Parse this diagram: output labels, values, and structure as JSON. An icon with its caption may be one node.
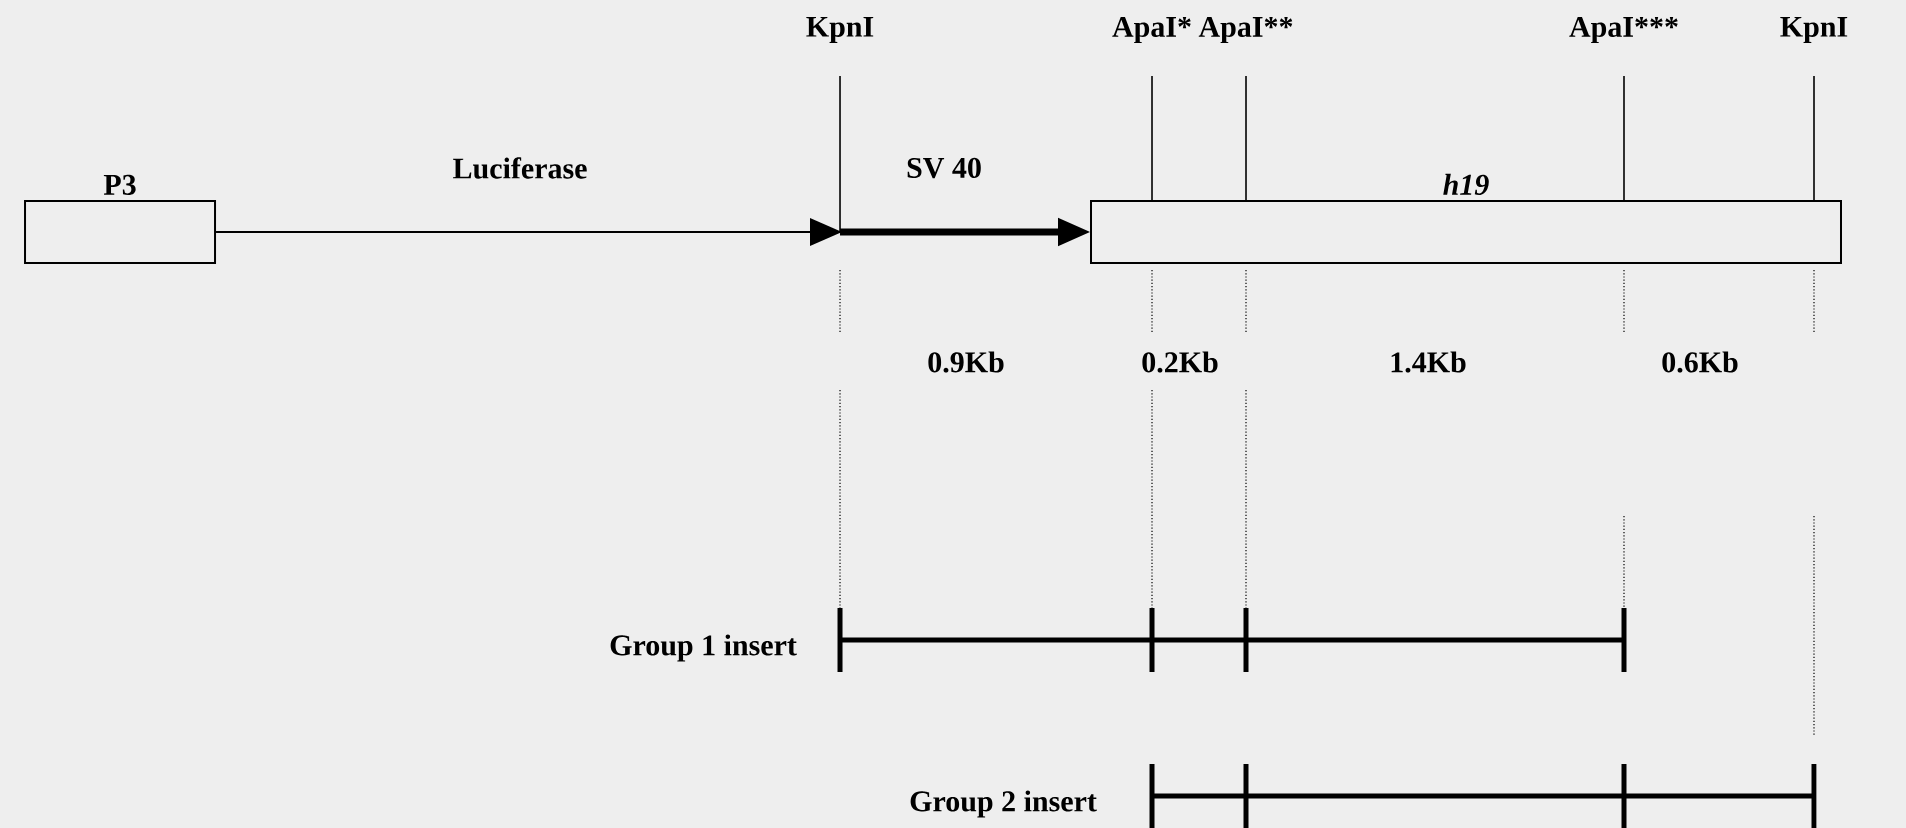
{
  "diagram": {
    "nodes": [
      {
        "text": [
          "P3"
        ]
      },
      {
        "text": [
          "h19"
        ]
      }
    ],
    "edges": [
      {
        "from": 0,
        "to": 1,
        "arrow": "to"
      }
    ],
    "labels": [
      "KpnI",
      "ApaI*",
      "ApaI**",
      "ApaI***",
      "KpnI",
      "Luciferase",
      "SV 40",
      "0.9Kb",
      "0.2Kb",
      "1.4Kb",
      "0.6Kb",
      "Group 1 insert",
      "Group 2 insert"
    ]
  }
}
